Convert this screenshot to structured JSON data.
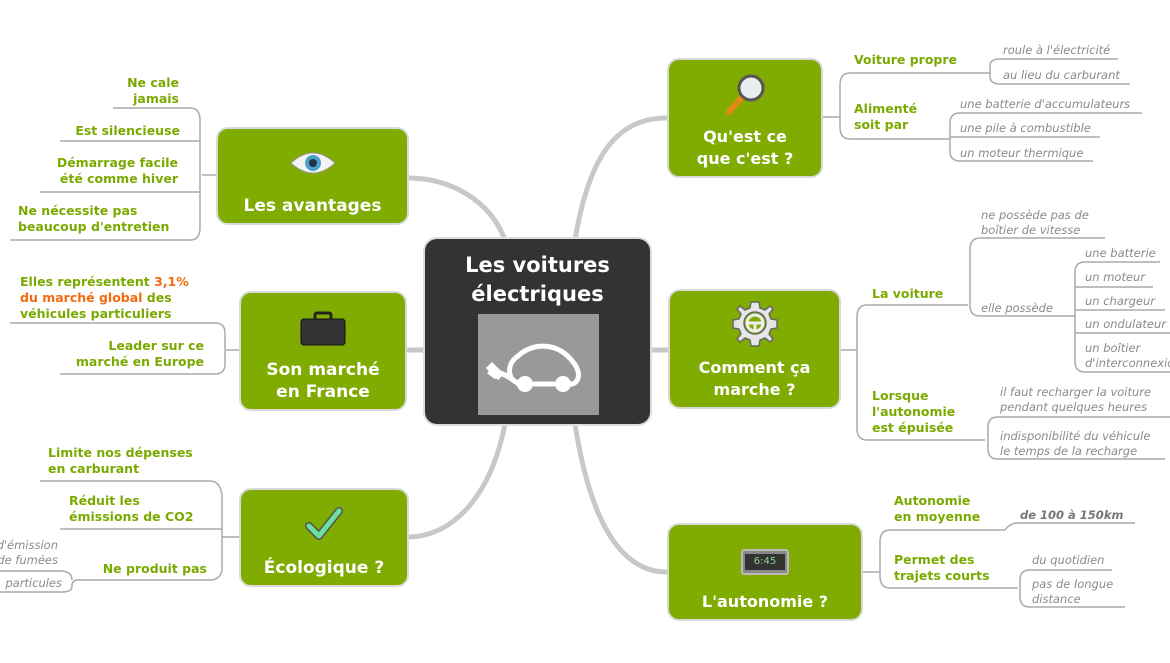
{
  "center": {
    "title_line1": "Les voitures",
    "title_line2": "électriques",
    "icon": "electric-car-plug-icon"
  },
  "colors": {
    "branch": "#80ab00",
    "center": "#333333",
    "text_green": "#7aaa00",
    "highlight": "#f36a10",
    "leaf": "#8a8a8a"
  },
  "avantages": {
    "label": "Les avantages",
    "icon": "eye-icon",
    "items": [
      {
        "l1": "Ne cale",
        "l2": "jamais"
      },
      {
        "l1": "Est silencieuse"
      },
      {
        "l1": "Démarrage facile",
        "l2": "été comme hiver"
      },
      {
        "l1": "Ne nécessite pas",
        "l2": "beaucoup d'entretien"
      }
    ]
  },
  "marche": {
    "label1": "Son marché",
    "label2": "en France",
    "icon": "briefcase-icon",
    "item1": {
      "a": "Elles représentent ",
      "b": "3,1%",
      "c": "du marché global",
      "d": " des",
      "e": "véhicules particuliers"
    },
    "item2": {
      "l1": "Leader sur ce",
      "l2": "marché en Europe"
    }
  },
  "eco": {
    "label": "Écologique ?",
    "icon": "checkmark-icon",
    "items": [
      {
        "l1": "Limite nos dépenses",
        "l2": "en carburant"
      },
      {
        "l1": "Réduit les",
        "l2": "émissions de CO2"
      },
      {
        "l1": "Ne produit pas"
      }
    ],
    "sub": {
      "l1": "d'émission",
      "l2": "de fumées",
      "l3": "particules"
    }
  },
  "quest": {
    "label1": "Qu'est ce",
    "label2": "que c'est ?",
    "icon": "magnifier-icon",
    "propre": {
      "label": "Voiture propre",
      "items": [
        "roule à l'électricité",
        "au lieu du carburant"
      ]
    },
    "alim": {
      "l1": "Alimenté",
      "l2": "soit par",
      "items": [
        "une batterie d'accumulateurs",
        "une pile à combustible",
        "un moteur thermique"
      ]
    }
  },
  "comment": {
    "label1": "Comment ça",
    "label2": "marche ?",
    "icon": "gear-icon",
    "voiture": {
      "label": "La voiture",
      "no_gear_l1": "ne possède pas de",
      "no_gear_l2": "boîtier de vitesse",
      "possede": "elle possède",
      "items": [
        "une batterie",
        "un moteur",
        "un chargeur",
        "un ondulateur"
      ],
      "last_l1": "un boîtier",
      "last_l2": "d'interconnexion"
    },
    "epuisee": {
      "l1": "Lorsque",
      "l2": "l'autonomie",
      "l3": "est épuisée",
      "a1": "il faut recharger la voiture",
      "a2": "pendant quelques heures",
      "b1": "indisponibilité du véhicule",
      "b2": "le temps de la recharge"
    }
  },
  "autonomie": {
    "label": "L'autonomie ?",
    "icon": "clock-icon",
    "clock": "6:45",
    "moyenne": {
      "l1": "Autonomie",
      "l2": "en moyenne",
      "value": "de 100 à 150km"
    },
    "courts": {
      "l1": "Permet des",
      "l2": "trajets courts",
      "a": "du quotidien",
      "b1": "pas de longue",
      "b2": "distance"
    }
  }
}
